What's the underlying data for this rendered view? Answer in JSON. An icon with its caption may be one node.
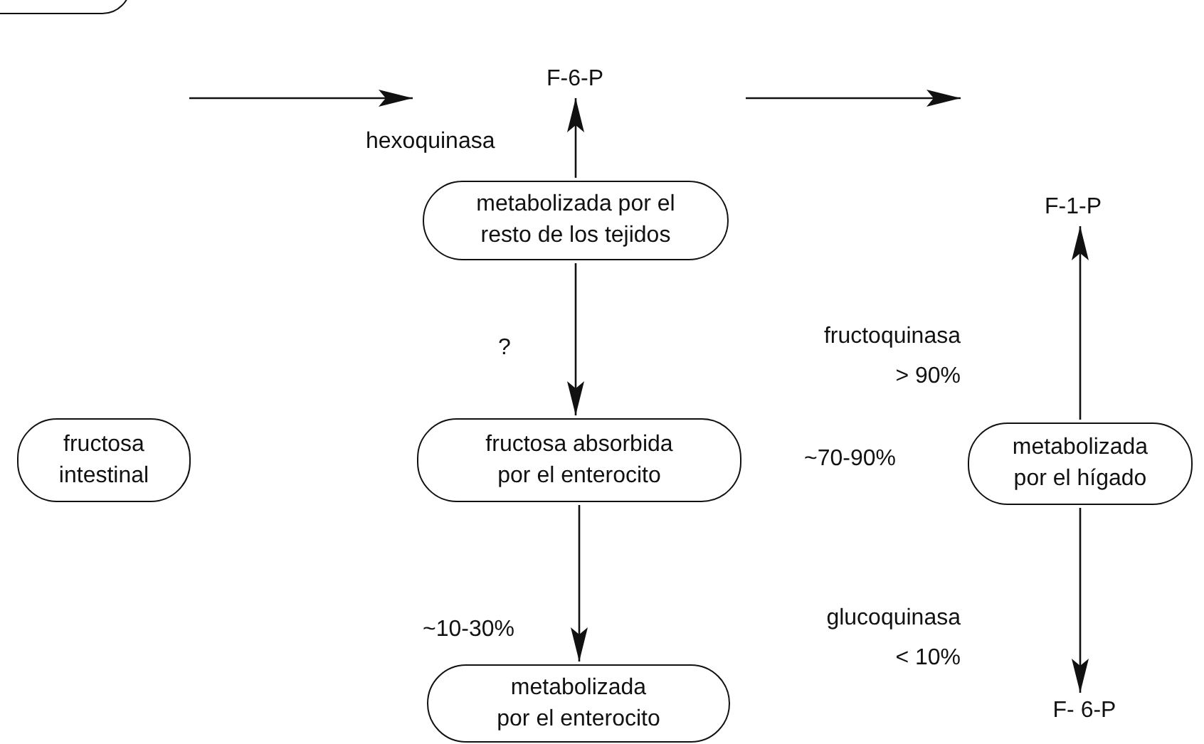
{
  "diagram": {
    "nodes": [
      {
        "text": [],
        "shape": "box"
      },
      {
        "text": [
          "F-6-P"
        ]
      },
      {
        "text": [
          "metabolizada por el resto de los tejidos"
        ]
      },
      {
        "text": [
          "F-1-P"
        ]
      },
      {
        "text": [
          "fructosa intestinal"
        ]
      },
      {
        "text": [
          "fructosa absorbida por el enterocito"
        ]
      },
      {
        "text": [
          "metabolizada por el hígado"
        ]
      },
      {
        "text": [
          "metabolizada por el enterocito"
        ]
      },
      {
        "text": [
          "F- 6-P"
        ]
      }
    ],
    "edges": [
      {
        "from": 2,
        "to": 1,
        "arrow": "to"
      },
      {
        "from": 2,
        "to": 5,
        "arrow": "to",
        "label": "?"
      },
      {
        "from": 5,
        "to": 7,
        "arrow": "to",
        "label": "~10-30%"
      },
      {
        "from": 6,
        "to": 3,
        "arrow": "to"
      },
      {
        "from": 6,
        "to": 8,
        "arrow": "to"
      }
    ],
    "labels": [
      "hexoquinasa",
      "fructoquinasa",
      "> 90%",
      "~70-90%",
      "glucoquinasa",
      "< 10%"
    ]
  }
}
